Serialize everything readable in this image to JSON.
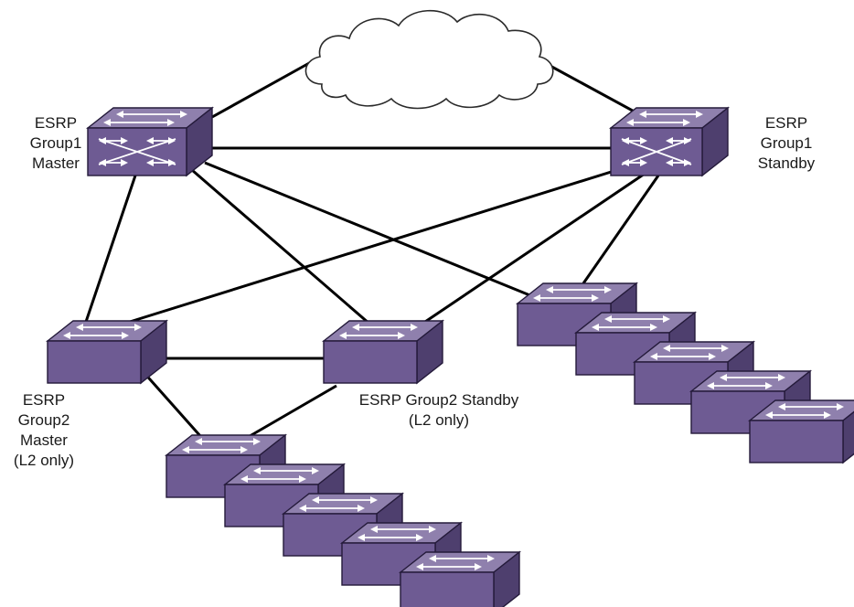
{
  "labels": {
    "group1_master": [
      "ESRP",
      "Group1",
      "Master"
    ],
    "group1_standby": [
      "ESRP",
      "Group1",
      "Standby"
    ],
    "group2_master": [
      "ESRP",
      "Group2",
      "Master",
      "(L2 only)"
    ],
    "group2_standby": [
      "ESRP Group2 Standby",
      "(L2 only)"
    ]
  },
  "nodes": [
    {
      "id": "cloud",
      "kind": "cloud-icon"
    },
    {
      "id": "router-master",
      "kind": "router"
    },
    {
      "id": "router-standby",
      "kind": "router"
    },
    {
      "id": "switch-g2-master",
      "kind": "switch"
    },
    {
      "id": "switch-g2-standby",
      "kind": "switch"
    },
    {
      "id": "edge-left-1",
      "kind": "switch"
    },
    {
      "id": "edge-left-2",
      "kind": "switch"
    },
    {
      "id": "edge-left-3",
      "kind": "switch"
    },
    {
      "id": "edge-left-4",
      "kind": "switch"
    },
    {
      "id": "edge-left-5",
      "kind": "switch"
    },
    {
      "id": "edge-right-1",
      "kind": "switch"
    },
    {
      "id": "edge-right-2",
      "kind": "switch"
    },
    {
      "id": "edge-right-3",
      "kind": "switch"
    },
    {
      "id": "edge-right-4",
      "kind": "switch"
    },
    {
      "id": "edge-right-5",
      "kind": "switch"
    }
  ],
  "links": [
    [
      "router-master",
      "cloud"
    ],
    [
      "router-standby",
      "cloud"
    ],
    [
      "router-master",
      "router-standby"
    ],
    [
      "router-master",
      "switch-g2-master"
    ],
    [
      "router-master",
      "switch-g2-standby"
    ],
    [
      "router-master",
      "edge-right-1"
    ],
    [
      "router-standby",
      "switch-g2-master"
    ],
    [
      "router-standby",
      "switch-g2-standby"
    ],
    [
      "router-standby",
      "edge-right-1"
    ],
    [
      "switch-g2-master",
      "switch-g2-standby"
    ],
    [
      "switch-g2-master",
      "edge-left-1"
    ],
    [
      "switch-g2-standby",
      "edge-left-1"
    ]
  ],
  "colors": {
    "device_top": "#8f80ad",
    "device_front": "#6e5b93",
    "device_side": "#4e3f6e",
    "links": "#000000",
    "cloud": "#ffffff"
  }
}
